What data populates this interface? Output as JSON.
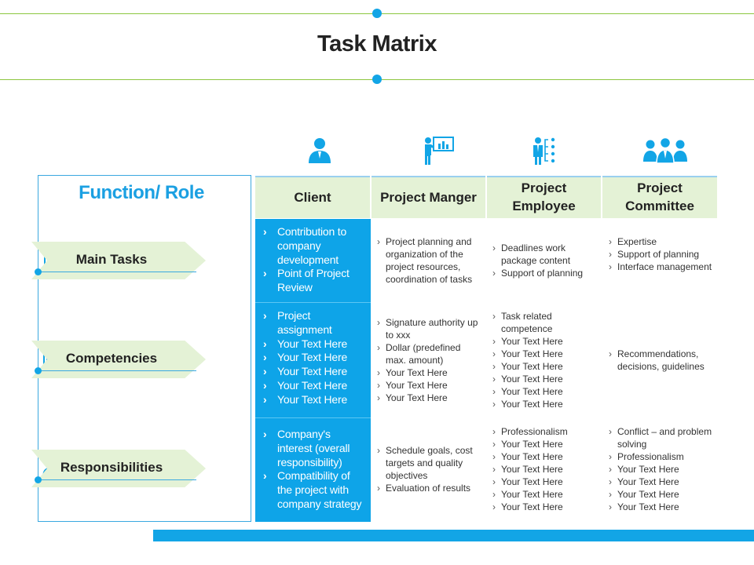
{
  "title": "Task Matrix",
  "colors": {
    "accent_blue": "#0ea4e8",
    "accent_green_line": "#8cc63f",
    "header_green": "#e4f2d6"
  },
  "left_panel": {
    "title": "Function/ Role",
    "rows": [
      {
        "label": "Main Tasks",
        "icon": "clipboard-check-icon"
      },
      {
        "label": "Competencies",
        "icon": "building-icon"
      },
      {
        "label": "Responsibilities",
        "icon": "person-document-icon"
      }
    ]
  },
  "columns": [
    {
      "label_line1": "Client",
      "label_line2": "",
      "icon": "person-icon"
    },
    {
      "label_line1": "Project Manger",
      "label_line2": "",
      "icon": "presenter-chart-icon"
    },
    {
      "label_line1": "Project",
      "label_line2": "Employee",
      "icon": "employee-list-icon"
    },
    {
      "label_line1": "Project",
      "label_line2": "Committee",
      "icon": "group-icon"
    }
  ],
  "matrix": [
    [
      [
        "Contribution to company development",
        "Point of Project Review"
      ],
      [
        "Project planning and organization of the project resources, coordination of tasks"
      ],
      [
        "Deadlines work package content",
        "Support of planning"
      ],
      [
        "Expertise",
        "Support of planning",
        "Interface management"
      ]
    ],
    [
      [
        "Project assignment",
        "Your Text Here",
        "Your Text Here",
        "Your Text Here",
        "Your Text Here",
        "Your Text Here"
      ],
      [
        "Signature authority up to xxx",
        "Dollar (predefined max. amount)",
        "Your Text Here",
        "Your Text Here",
        "Your Text Here"
      ],
      [
        "Task related competence",
        "Your Text Here",
        "Your Text Here",
        "Your Text Here",
        "Your Text Here",
        "Your Text Here",
        "Your Text Here"
      ],
      [
        "Recommendations, decisions, guidelines"
      ]
    ],
    [
      [
        "Company's interest (overall responsibility)",
        "Compatibility of the project with company strategy"
      ],
      [
        "Schedule goals, cost targets and quality objectives",
        "Evaluation of results"
      ],
      [
        "Professionalism",
        "Your Text Here",
        "Your Text Here",
        "Your Text Here",
        "Your Text Here",
        "Your Text Here",
        "Your Text Here"
      ],
      [
        "Conflict – and problem solving",
        "Professionalism",
        "Your Text Here",
        "Your Text Here",
        "Your Text Here",
        "Your Text Here"
      ]
    ]
  ]
}
